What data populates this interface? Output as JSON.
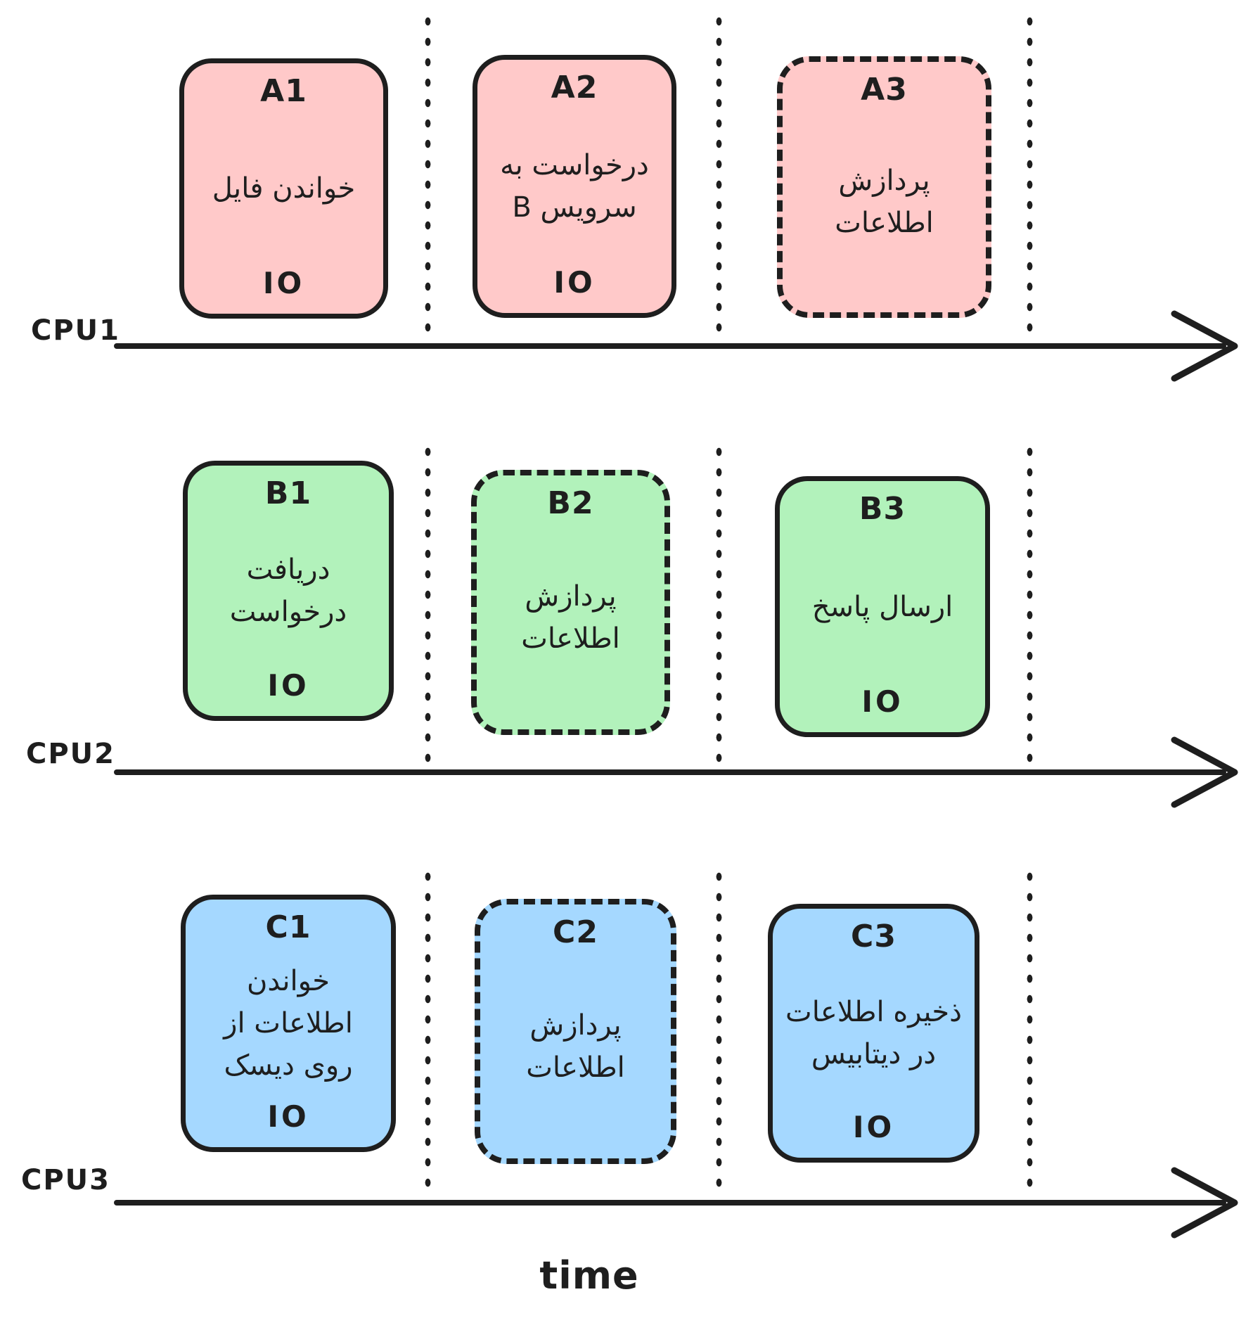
{
  "diagram": {
    "axis_label": "time",
    "colors": {
      "task_a_fill": "#ffc9c9",
      "task_b_fill": "#b2f2bb",
      "task_c_fill": "#a5d8ff",
      "stroke": "#1e1e1e"
    },
    "rows": [
      {
        "cpu_label": "CPU1",
        "tasks": [
          {
            "id": "A1",
            "description": "خواندن فایل",
            "tag": "IO",
            "style": "solid",
            "color": "#ffc9c9"
          },
          {
            "id": "A2",
            "description": "درخواست به\nسرویس B",
            "tag": "IO",
            "style": "solid",
            "color": "#ffc9c9"
          },
          {
            "id": "A3",
            "description": "پردازش\nاطلاعات",
            "tag": "",
            "style": "dashed",
            "color": "#ffc9c9"
          }
        ]
      },
      {
        "cpu_label": "CPU2",
        "tasks": [
          {
            "id": "B1",
            "description": "دریافت\nدرخواست",
            "tag": "IO",
            "style": "solid",
            "color": "#b2f2bb"
          },
          {
            "id": "B2",
            "description": "پردازش\nاطلاعات",
            "tag": "",
            "style": "dashed",
            "color": "#b2f2bb"
          },
          {
            "id": "B3",
            "description": "ارسال پاسخ",
            "tag": "IO",
            "style": "solid",
            "color": "#b2f2bb"
          }
        ]
      },
      {
        "cpu_label": "CPU3",
        "tasks": [
          {
            "id": "C1",
            "description": "خواندن\nاطلاعات از\nروی دیسک",
            "tag": "IO",
            "style": "solid",
            "color": "#a5d8ff"
          },
          {
            "id": "C2",
            "description": "پردازش\nاطلاعات",
            "tag": "",
            "style": "dashed",
            "color": "#a5d8ff"
          },
          {
            "id": "C3",
            "description": "ذخیره اطلاعات\nدر دیتابیس",
            "tag": "IO",
            "style": "solid",
            "color": "#a5d8ff"
          }
        ]
      }
    ]
  }
}
